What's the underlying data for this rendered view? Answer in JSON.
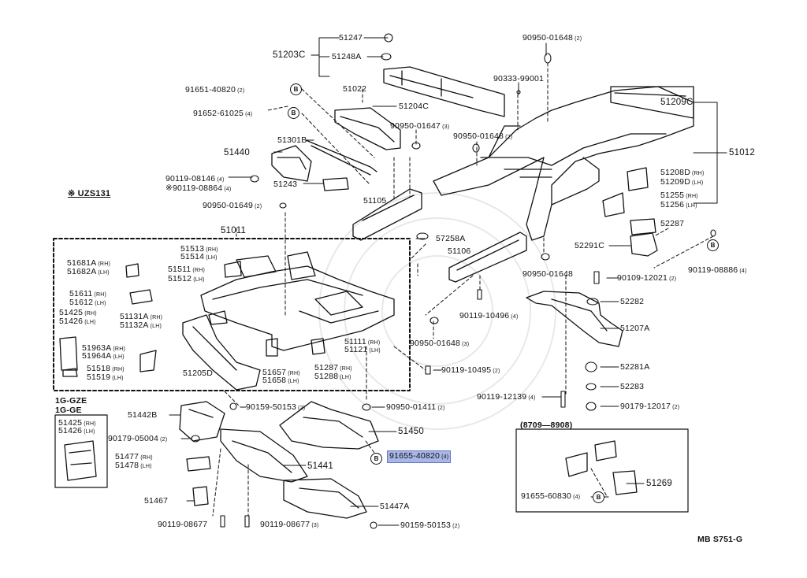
{
  "diagram": {
    "model_code": "※ UZS131",
    "engine_codes": [
      "1G-GZE",
      "1G-GE"
    ],
    "date_range": "(8709—8908)",
    "footer_code": "MB  S751-G",
    "badge_letter": "B",
    "labels": [
      {
        "id": "p51247",
        "text": "51247",
        "sfx": ""
      },
      {
        "id": "p51203c",
        "text": "51203C",
        "sfx": ""
      },
      {
        "id": "p51248a",
        "text": "51248A",
        "sfx": ""
      },
      {
        "id": "p90950_01648_2",
        "text": "90950-01648",
        "sfx": "(2)"
      },
      {
        "id": "p90333",
        "text": "90333-99001",
        "sfx": ""
      },
      {
        "id": "p91651",
        "text": "91651-40820",
        "sfx": "(2)"
      },
      {
        "id": "p51022",
        "text": "51022",
        "sfx": ""
      },
      {
        "id": "p51204c",
        "text": "51204C",
        "sfx": ""
      },
      {
        "id": "p51209c",
        "text": "51209C",
        "sfx": ""
      },
      {
        "id": "p91652",
        "text": "91652-61025",
        "sfx": "(4)"
      },
      {
        "id": "p90950_01647",
        "text": "90950-01647",
        "sfx": "(3)"
      },
      {
        "id": "p51301b",
        "text": "51301B",
        "sfx": ""
      },
      {
        "id": "p90950_01648_2b",
        "text": "90950-01648",
        "sfx": "(2)"
      },
      {
        "id": "p51012",
        "text": "51012",
        "sfx": ""
      },
      {
        "id": "p51440",
        "text": "51440",
        "sfx": ""
      },
      {
        "id": "p51208d",
        "text": "51208D",
        "sfx": "(RH)"
      },
      {
        "id": "p51209d",
        "text": "51209D",
        "sfx": "(LH)"
      },
      {
        "id": "p90119_08146",
        "text": "90119-08146",
        "sfx": "(4)"
      },
      {
        "id": "p90119_08864",
        "text": "※90119-08864",
        "sfx": "(4)"
      },
      {
        "id": "p51243",
        "text": "51243",
        "sfx": ""
      },
      {
        "id": "p51255",
        "text": "51255",
        "sfx": "(RH)"
      },
      {
        "id": "p51256",
        "text": "51256",
        "sfx": "(LH)"
      },
      {
        "id": "p90950_01649",
        "text": "90950-01649",
        "sfx": "(2)"
      },
      {
        "id": "p51105",
        "text": "51105",
        "sfx": ""
      },
      {
        "id": "p52287",
        "text": "52287",
        "sfx": ""
      },
      {
        "id": "p51011",
        "text": "51011",
        "sfx": ""
      },
      {
        "id": "p57258a",
        "text": "57258A",
        "sfx": ""
      },
      {
        "id": "p52291c",
        "text": "52291C",
        "sfx": ""
      },
      {
        "id": "p51513",
        "text": "51513",
        "sfx": "(RH)"
      },
      {
        "id": "p51514",
        "text": "51514",
        "sfx": "(LH)"
      },
      {
        "id": "p51106",
        "text": "51106",
        "sfx": ""
      },
      {
        "id": "p90119_08886",
        "text": "90119-08886",
        "sfx": "(4)"
      },
      {
        "id": "p51681a",
        "text": "51681A",
        "sfx": "(RH)"
      },
      {
        "id": "p51682a",
        "text": "51682A",
        "sfx": "(LH)"
      },
      {
        "id": "p51511",
        "text": "51511",
        "sfx": "(RH)"
      },
      {
        "id": "p51512",
        "text": "51512",
        "sfx": "(LH)"
      },
      {
        "id": "p90950_01648",
        "text": "90950-01648",
        "sfx": ""
      },
      {
        "id": "p90109",
        "text": "90109-12021",
        "sfx": "(2)"
      },
      {
        "id": "p51611",
        "text": "51611",
        "sfx": "(RH)"
      },
      {
        "id": "p51612",
        "text": "51612",
        "sfx": "(LH)"
      },
      {
        "id": "p52282",
        "text": "52282",
        "sfx": ""
      },
      {
        "id": "p51425",
        "text": "51425",
        "sfx": "(RH)"
      },
      {
        "id": "p51426",
        "text": "51426",
        "sfx": "(LH)"
      },
      {
        "id": "p51131a",
        "text": "51131A",
        "sfx": "(RH)"
      },
      {
        "id": "p51132a",
        "text": "51132A",
        "sfx": "(LH)"
      },
      {
        "id": "p90119_10496",
        "text": "90119-10496",
        "sfx": "(4)"
      },
      {
        "id": "p51207a",
        "text": "51207A",
        "sfx": ""
      },
      {
        "id": "p51111",
        "text": "51111",
        "sfx": "(RH)"
      },
      {
        "id": "p51121",
        "text": "51121",
        "sfx": "(LH)"
      },
      {
        "id": "p51963a",
        "text": "51963A",
        "sfx": "(RH)"
      },
      {
        "id": "p51964a",
        "text": "51964A",
        "sfx": "(LH)"
      },
      {
        "id": "p90950_01648_3",
        "text": "90950-01648",
        "sfx": "(3)"
      },
      {
        "id": "p52281a",
        "text": "52281A",
        "sfx": ""
      },
      {
        "id": "p51518",
        "text": "51518",
        "sfx": "(RH)"
      },
      {
        "id": "p51519",
        "text": "51519",
        "sfx": "(LH)"
      },
      {
        "id": "p51657",
        "text": "51657",
        "sfx": "(RH)"
      },
      {
        "id": "p51658",
        "text": "51658",
        "sfx": "(LH)"
      },
      {
        "id": "p51287",
        "text": "51287",
        "sfx": "(RH)"
      },
      {
        "id": "p51288",
        "text": "51288",
        "sfx": "(LH)"
      },
      {
        "id": "p90119_10495",
        "text": "90119-10495",
        "sfx": "(2)"
      },
      {
        "id": "p51205d",
        "text": "51205D",
        "sfx": ""
      },
      {
        "id": "p52283",
        "text": "52283",
        "sfx": ""
      },
      {
        "id": "p90119_12139",
        "text": "90119-12139",
        "sfx": "(4)"
      },
      {
        "id": "p90179_12017",
        "text": "90179-12017",
        "sfx": "(2)"
      },
      {
        "id": "p51442b",
        "text": "51442B",
        "sfx": ""
      },
      {
        "id": "p90159_50153_2a",
        "text": "90159-50153",
        "sfx": "(2)"
      },
      {
        "id": "p90950_01411",
        "text": "90950-01411",
        "sfx": "(2)"
      },
      {
        "id": "p51425b",
        "text": "51425",
        "sfx": "(RH)"
      },
      {
        "id": "p51426b",
        "text": "51426",
        "sfx": "(LH)"
      },
      {
        "id": "p51450",
        "text": "51450",
        "sfx": ""
      },
      {
        "id": "p90179_05004",
        "text": "90179-05004",
        "sfx": "(2)"
      },
      {
        "id": "p91655_40820",
        "text": "91655-40820",
        "sfx": "(4)"
      },
      {
        "id": "p51477",
        "text": "51477",
        "sfx": "(RH)"
      },
      {
        "id": "p51478",
        "text": "51478",
        "sfx": "(LH)"
      },
      {
        "id": "p51441",
        "text": "51441",
        "sfx": ""
      },
      {
        "id": "p51269",
        "text": "51269",
        "sfx": ""
      },
      {
        "id": "p91655_60830",
        "text": "91655-60830",
        "sfx": "(4)"
      },
      {
        "id": "p51467",
        "text": "51467",
        "sfx": ""
      },
      {
        "id": "p51447a",
        "text": "51447A",
        "sfx": ""
      },
      {
        "id": "p90119_08677a",
        "text": "90119-08677",
        "sfx": ""
      },
      {
        "id": "p90119_08677b",
        "text": "90119-08677",
        "sfx": "(3)"
      },
      {
        "id": "p90159_50153_2b",
        "text": "90159-50153",
        "sfx": "(2)"
      }
    ]
  }
}
